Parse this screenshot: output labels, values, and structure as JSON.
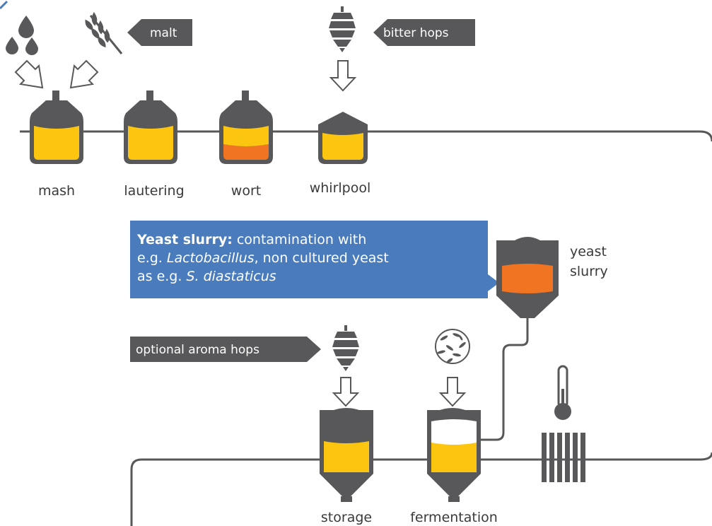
{
  "tags": {
    "malt": "malt",
    "bitter_hops": "bitter hops",
    "aroma_hops": "optional aroma hops"
  },
  "stages": {
    "mash": "mash",
    "lautering": "lautering",
    "wort": "wort",
    "whirlpool": "whirlpool",
    "yeast_slurry_line1": "yeast",
    "yeast_slurry_line2": "slurry",
    "storage": "storage",
    "fermentation": "fermentation"
  },
  "callout": {
    "heading": "Yeast slurry:",
    "text1": " contamination with",
    "text2": "e.g. ",
    "organism1": "Lactobacillus",
    "text3": ", non cultured yeast",
    "text4": "as e.g. ",
    "organism2": "S. diastaticus"
  },
  "colors": {
    "vessel": "#58585a",
    "beer": "#fcc50f",
    "wort": "#f07422",
    "callout": "#4a7cbd",
    "tag": "#58585a"
  },
  "icons": [
    "water-drops-icon",
    "wheat-icon",
    "hop-cone-icon",
    "yeast-culture-icon",
    "thermometer-icon",
    "cooler-icon",
    "arrow-down-icon"
  ]
}
